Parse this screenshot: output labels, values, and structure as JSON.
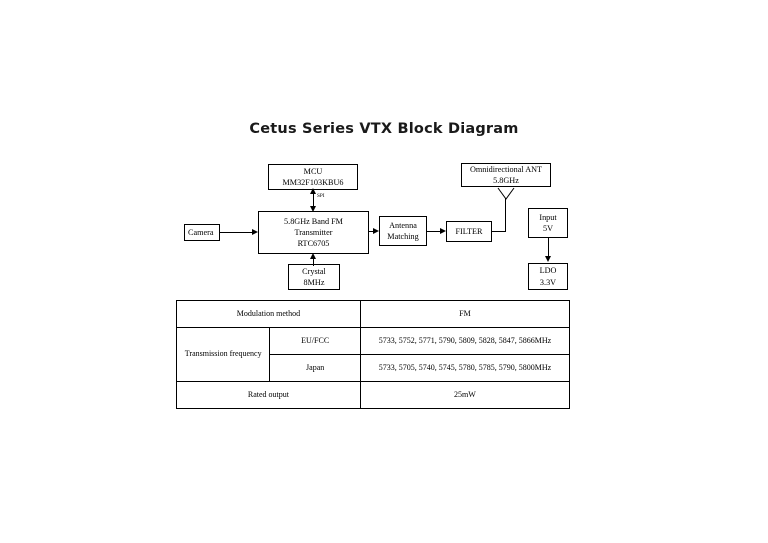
{
  "document": {
    "title": "Cetus Series VTX Block Diagram"
  },
  "diagram": {
    "blocks": {
      "mcu": {
        "line1": "MCU",
        "line2": "MM32F103KBU6"
      },
      "transmitter": {
        "line1": "5.8GHz Band FM",
        "line2": "Transmitter",
        "line3": "RTC6705"
      },
      "camera": {
        "line1": "Camera"
      },
      "crystal": {
        "line1": "Crystal",
        "line2": "8MHz"
      },
      "antenna_matching": {
        "line1": "Antenna",
        "line2": "Matching"
      },
      "filter": {
        "line1": "FILTER"
      },
      "antenna": {
        "line1": "Omnidirectional ANT",
        "line2": "5.8GHz"
      },
      "input": {
        "line1": "Input",
        "line2": "5V"
      },
      "ldo": {
        "line1": "LDO",
        "line2": "3.3V"
      }
    },
    "connections": {
      "spi_label": "SPI"
    }
  },
  "spec_table": {
    "rows": [
      {
        "label": "Modulation method",
        "value": "FM"
      },
      {
        "label": "Transmission frequency",
        "sub_label": "EU/FCC",
        "value": "5733, 5752, 5771, 5790, 5809, 5828, 5847, 5866MHz"
      },
      {
        "sub_label": "Japan",
        "value": "5733, 5705, 5740, 5745, 5780, 5785, 5790, 5800MHz"
      },
      {
        "label": "Rated output",
        "value": "25mW"
      }
    ]
  }
}
